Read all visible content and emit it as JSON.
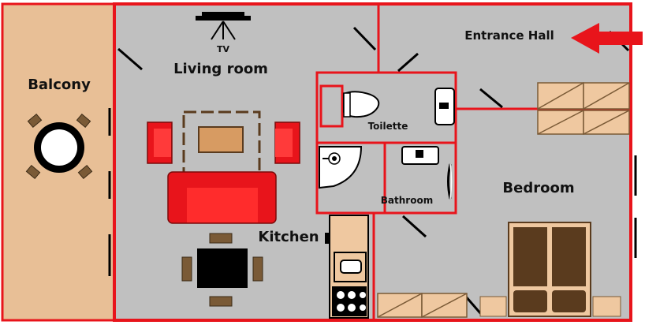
{
  "rooms": {
    "balcony": "Balcony",
    "living_room": "Living room",
    "tv": "TV",
    "entrance_hall": "Entrance Hall",
    "toilette": "Toilette",
    "bathroom": "Bathroom",
    "bedroom": "Bedroom",
    "kitchen": "Kitchen"
  },
  "colors": {
    "wall": "#e8141b",
    "floor": "#c0c0c0",
    "balcony_floor": "#e8bf96",
    "furniture_wood": "#d79b62",
    "furniture_dark": "#5a3b1e",
    "cabinet": "#efc8a0",
    "arrow": "#e8141b"
  },
  "icons": [
    "tv-icon",
    "entrance-arrow-icon",
    "toilet-icon",
    "sink-icon",
    "shower-icon",
    "stove-icon",
    "bed-icon",
    "sofa-icon",
    "dining-table-icon",
    "round-table-icon"
  ]
}
